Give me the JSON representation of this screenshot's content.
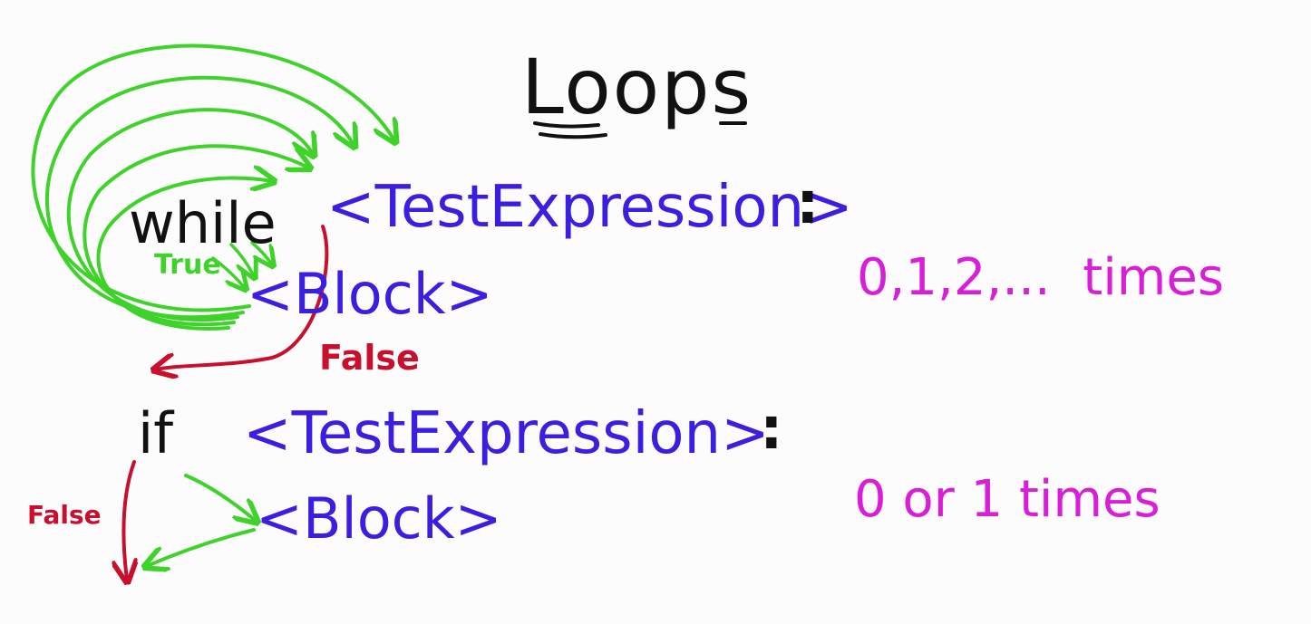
{
  "title": "Loops",
  "colors": {
    "keyword": "#111111",
    "code": "#3b1fe0",
    "annotation": "#d81ed8",
    "true_arrow": "#3fd22a",
    "false_arrow": "#c8102e",
    "background": "#fcfcfc"
  },
  "while_section": {
    "keyword": "while",
    "test_expression": "<TestExpression>",
    "colon": ":",
    "block": "<Block>",
    "true_label": "True",
    "false_label": "False",
    "times_note": "0,1,2,...  times"
  },
  "if_section": {
    "keyword": "if",
    "test_expression": "<TestExpression>",
    "colon": ":",
    "block": "<Block>",
    "false_label": "False",
    "times_note": "0 or 1 times"
  }
}
